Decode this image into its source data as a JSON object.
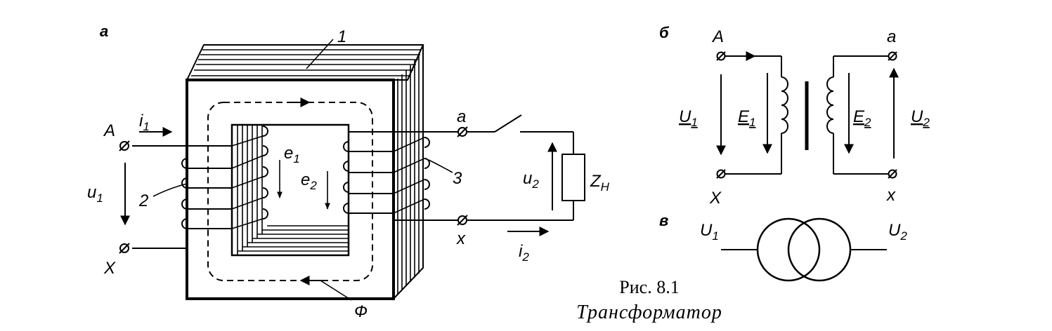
{
  "panel_a": {
    "letter": "а",
    "core_label": "1",
    "primary_winding_label": "2",
    "secondary_winding_label": "3",
    "terminal_A": "A",
    "terminal_X": "X",
    "terminal_a": "a",
    "terminal_x": "x",
    "i1": "i",
    "i1_sub": "1",
    "i2": "i",
    "i2_sub": "2",
    "u1": "u",
    "u1_sub": "1",
    "u2": "u",
    "u2_sub": "2",
    "e1": "e",
    "e1_sub": "1",
    "e2": "e",
    "e2_sub": "2",
    "flux": "Ф",
    "load": "Z",
    "load_sub": "Н"
  },
  "panel_b": {
    "letter": "б",
    "terminal_A": "A",
    "terminal_X": "X",
    "terminal_a": "a",
    "terminal_x": "x",
    "U1": "U",
    "U1_sub": "1",
    "E1": "E",
    "E1_sub": "1",
    "E2": "E",
    "E2_sub": "2",
    "U2": "U",
    "U2_sub": "2"
  },
  "panel_c": {
    "letter": "в",
    "U1": "U",
    "U1_sub": "1",
    "U2": "U",
    "U2_sub": "2"
  },
  "caption": {
    "line1": "Рис. 8.1",
    "line2": "Трансформатор"
  }
}
